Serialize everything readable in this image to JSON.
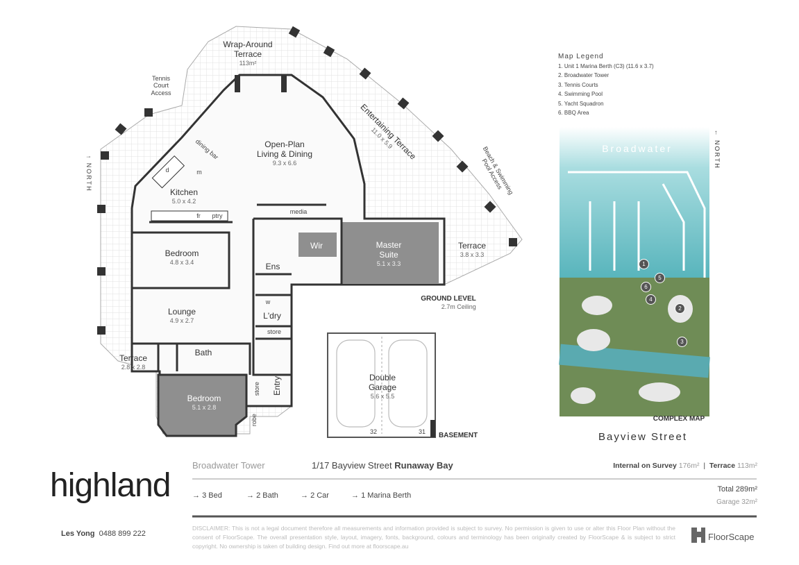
{
  "plan": {
    "wrap_terrace": {
      "name": "Wrap-Around",
      "name2": "Terrace",
      "area": "113m²"
    },
    "tennis_access": [
      "Tennis",
      "Court",
      "Access"
    ],
    "north": "↑ NORTH",
    "living": {
      "name": "Open-Plan",
      "name2": "Living & Dining",
      "dims": "9.3 x 6.6"
    },
    "dining_bar": "dining bar",
    "ent_terrace": {
      "name": "Entertaining Terrace",
      "dims": "11.0 x 5.9"
    },
    "beach_access": [
      "Beach & Swimming",
      "Pool Access"
    ],
    "kitchen": {
      "name": "Kitchen",
      "dims": "5.0 x 4.2",
      "fr": "fr",
      "ptry": "ptry",
      "d": "d",
      "m": "m"
    },
    "media": "media",
    "bedroom1": {
      "name": "Bedroom",
      "dims": "4.8 x 3.4"
    },
    "wir": "Wir",
    "ens": "Ens",
    "master": {
      "name": "Master",
      "name2": "Suite",
      "dims": "5.1 x 3.3"
    },
    "terrace_e": {
      "name": "Terrace",
      "dims": "3.8 x 3.3"
    },
    "ground_level": {
      "name": "GROUND LEVEL",
      "sub": "2.7m Ceiling"
    },
    "lounge": {
      "name": "Lounge",
      "dims": "4.9 x 2.7"
    },
    "w": "w",
    "laundry": "L'dry",
    "store1": "store",
    "terrace_w": {
      "name": "Terrace",
      "dims": "2.8 x 2.8"
    },
    "bath": "Bath",
    "bedroom2": {
      "name": "Bedroom",
      "dims": "5.1 x 2.8"
    },
    "store2": "store",
    "entry": "Entry",
    "robe": "robe",
    "garage": {
      "name": "Double",
      "name2": "Garage",
      "dims": "5.6 x 5.5",
      "bay1": "32",
      "bay2": "31"
    },
    "basement": "BASEMENT"
  },
  "legend": {
    "title": "Map Legend",
    "items": [
      "1. Unit 1 Marina Berth (C3) (11.6 x 3.7)",
      "2. Broadwater Tower",
      "3. Tennis Courts",
      "4. Swimming Pool",
      "5. Yacht Squadron",
      "6. BBQ Area"
    ]
  },
  "map": {
    "water": "Broadwater",
    "north": "← NORTH",
    "caption": "COMPLEX MAP",
    "street": "Bayview Street",
    "markers": [
      "1",
      "2",
      "3",
      "4",
      "5",
      "6"
    ]
  },
  "info": {
    "building": "Broadwater Tower",
    "address_a": "1/17 Bayview Street ",
    "address_b": "Runaway Bay",
    "internal_label": "Internal on Survey",
    "internal_value": "176m²",
    "sep": "|",
    "terrace_label": "Terrace",
    "terrace_value": "113m²",
    "features": [
      "3 Bed",
      "2 Bath",
      "2 Car",
      "1 Marina Berth"
    ],
    "total": "Total 289m²",
    "garage": "Garage 32m²",
    "disclaimer_label": "DISCLAIMER:",
    "disclaimer": " This is not a legal document therefore all measurements and information provided is subject to survey. No permission is given to use or alter this Floor Plan without the consent of FloorScape. The overall presentation style, layout, imagery, fonts, background, colours and terminology has been originally created by FloorScape & is subject to strict copyright. No ownership is taken of building design. Find out more at floorscape.au"
  },
  "brand": {
    "logo": "highland",
    "agent_name": "Les Yong",
    "agent_phone": "0488 899 222",
    "floorscape": "FloorScape"
  },
  "colors": {
    "grid": "#e4e4e4",
    "wall": "#333333",
    "dark_room": "#8a8a8a",
    "water": "#7cc6cc"
  }
}
